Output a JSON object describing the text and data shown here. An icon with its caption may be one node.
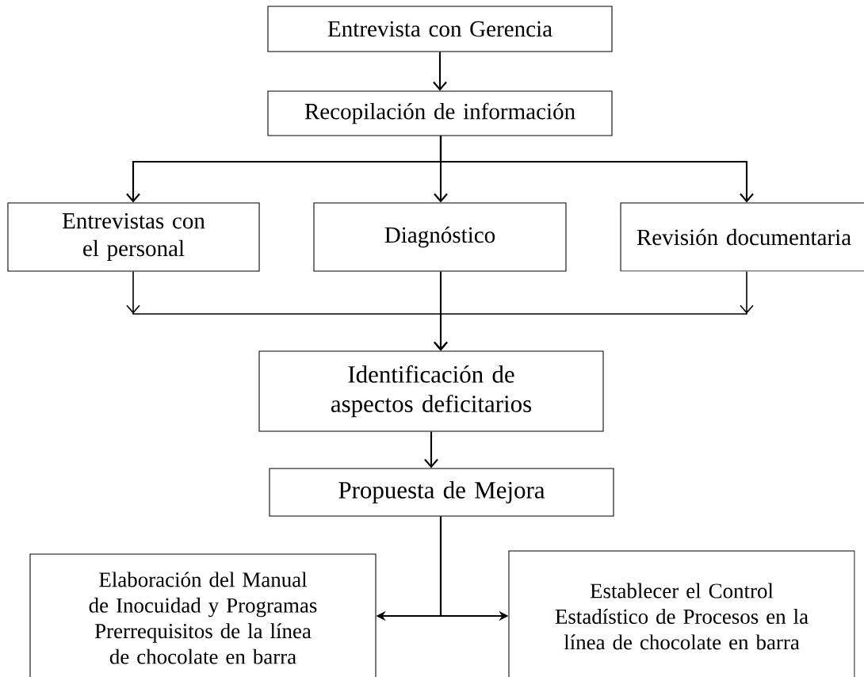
{
  "diagram": {
    "nodes": [
      {
        "text": [
          "Entrevista con Gerencia"
        ]
      },
      {
        "text": [
          "Recopilación de información"
        ]
      },
      {
        "text": [
          "Entrevistas con el personal"
        ]
      },
      {
        "text": [
          "Diagnóstico"
        ]
      },
      {
        "text": [
          "Revisión documentaria"
        ]
      },
      {
        "text": [
          "Identificación de aspectos deficitarios"
        ]
      },
      {
        "text": [
          "Propuesta de Mejora"
        ]
      },
      {
        "text": [
          "Elaboración del Manual de Inocuidad y Programas Prerrequisitos de la línea de chocolate en barra"
        ]
      },
      {
        "text": [
          "Establecer el Control Estadístico de Procesos en la línea de chocolate en barra"
        ]
      }
    ],
    "edges": [
      {
        "from": 0,
        "to": 1,
        "arrow": "to"
      },
      {
        "from": 1,
        "to": 2,
        "arrow": "to"
      },
      {
        "from": 1,
        "to": 3,
        "arrow": "to"
      },
      {
        "from": 1,
        "to": 4,
        "arrow": "to"
      },
      {
        "from": 2,
        "to": 5,
        "arrow": "to"
      },
      {
        "from": 3,
        "to": 5,
        "arrow": "to"
      },
      {
        "from": 4,
        "to": 5,
        "arrow": "to"
      },
      {
        "from": 5,
        "to": 6,
        "arrow": "to"
      },
      {
        "from": 6,
        "to": 7,
        "arrow": "to"
      },
      {
        "from": 6,
        "to": 8,
        "arrow": "to"
      }
    ]
  }
}
